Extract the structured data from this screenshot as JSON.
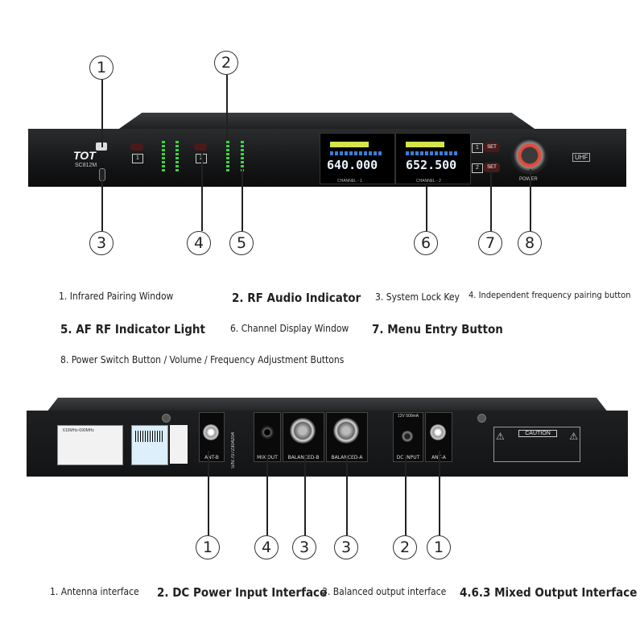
{
  "front_panel": {
    "brand": "TOT",
    "model": "SC812M",
    "channel_buttons": [
      "1",
      "2"
    ],
    "ch1_display": "640.000",
    "ch1_label": "CHANNEL - 1",
    "ch2_display": "652.500",
    "ch2_label": "CHANNEL - 2",
    "set_buttons": [
      "1",
      "SET",
      "2",
      "SET"
    ],
    "uhf": "UHF",
    "power_label": "POWER",
    "callouts": [
      "1",
      "2",
      "3",
      "4",
      "5",
      "6",
      "7",
      "8"
    ]
  },
  "front_legend": {
    "item1": "1. Infrared Pairing Window",
    "item2": "2. RF Audio Indicator",
    "item3": "3. System Lock Key",
    "item4": "4. Independent frequency pairing button",
    "item5": "5. AF RF Indicator Light",
    "item6": "6. Channel Display Window",
    "item7": "7. Menu Entry Button",
    "item8": "8. Power Switch Button / Volume / Frequency Adjustment Buttons"
  },
  "rear_panel": {
    "freq_sticker": "610MHz-690MHz",
    "serial": "S/N:7072304204",
    "ports": [
      "ANT-B",
      "MIX OUT",
      "BALANCED-B",
      "BALANCED-A",
      "DC INPUT",
      "ANT-A"
    ],
    "dc_rating": "12V 500mA",
    "caution_title": "CAUTION",
    "callouts": [
      "1",
      "4",
      "3",
      "3",
      "2",
      "1"
    ]
  },
  "rear_legend": {
    "item1": "1. Antenna interface",
    "item2": "2. DC Power Input Interface",
    "item3": "3. Balanced output interface",
    "item4": "4.6.3 Mixed Output Interface"
  }
}
